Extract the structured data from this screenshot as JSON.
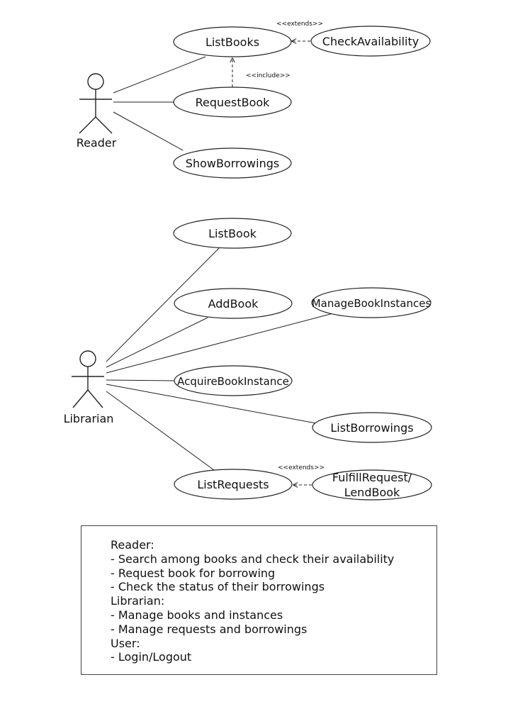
{
  "reader_section": {
    "actor": "Reader",
    "use_cases": {
      "list_books": "ListBooks",
      "check_availability": "CheckAvailability",
      "request_book": "RequestBook",
      "show_borrowings": "ShowBorrowings"
    },
    "extends_label": "<<extends>>",
    "include_label": "<<include>>"
  },
  "librarian_section": {
    "actor": "Librarian",
    "use_cases": {
      "list_book": "ListBook",
      "add_book": "AddBook",
      "manage_book_instances": "ManageBookInstances",
      "acquire_book_instance": "AcquireBookInstance",
      "list_borrowings": "ListBorrowings",
      "list_requests": "ListRequests",
      "fulfill_request_line1": "FulfillRequest/",
      "fulfill_request_line2": "LendBook"
    },
    "extends_label": "<<extends>>"
  },
  "notes": [
    "Reader:",
    "- Search among books and check their availability",
    "- Request book for borrowing",
    "- Check the status of their borrowings",
    "Librarian:",
    "- Manage books and instances",
    "- Manage requests and borrowings",
    "User:",
    "- Login/Logout"
  ]
}
